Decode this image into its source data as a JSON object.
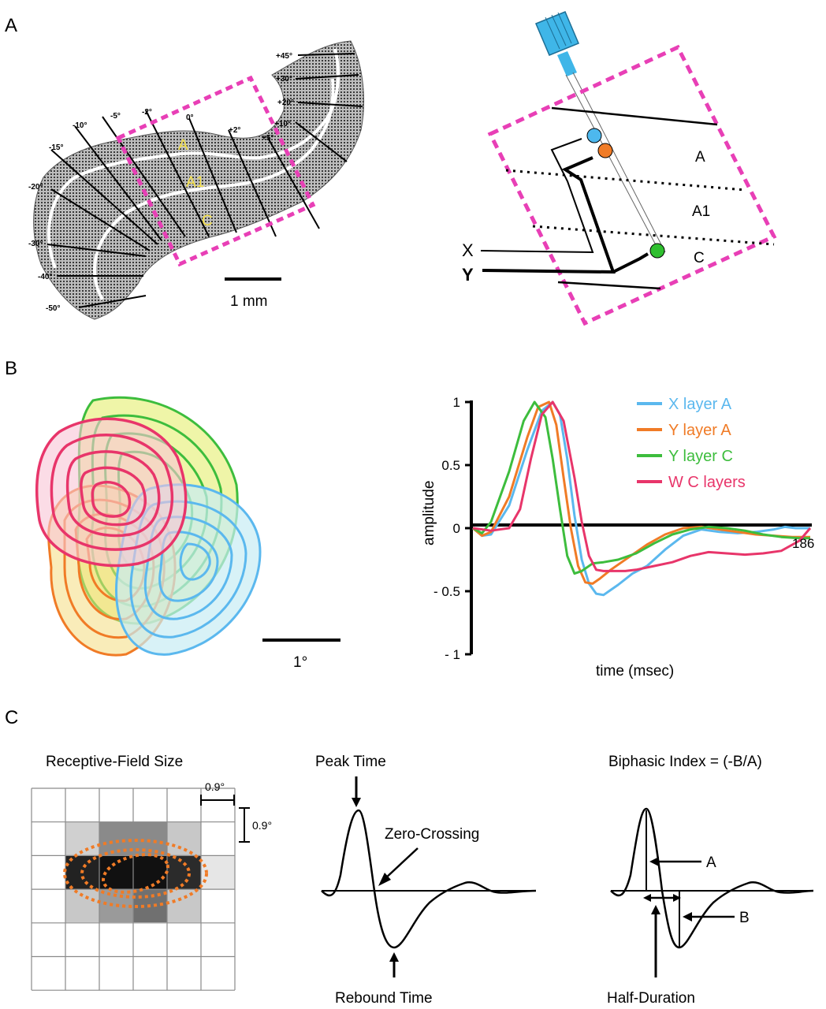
{
  "panels": {
    "a": "A",
    "b": "B",
    "c": "C"
  },
  "panel_a": {
    "lgn_layers": [
      "A",
      "A1",
      "C"
    ],
    "iso_azimuth": [
      "-50°",
      "-40°",
      "-30°",
      "-20°",
      "-15°",
      "-10°",
      "-5°",
      "-2°",
      "0°",
      "+2°",
      "+5°",
      "+10°",
      "+20°",
      "+30°",
      "+45°"
    ],
    "scale_bar": "1 mm",
    "schematic_layers": [
      "A",
      "A1",
      "C"
    ],
    "cell_labels": [
      "X",
      "Y"
    ],
    "colors": {
      "dashed_box": "#e83fb6",
      "electrode": "#3fb6e8",
      "x_cell": "#4db8ee",
      "y_cell_a": "#f07b26",
      "y_cell_c": "#2fbf2f"
    }
  },
  "panel_b": {
    "rf_scale": "1°",
    "colors": {
      "x_layer_a": "#5bb8ee",
      "y_layer_a": "#f07b26",
      "y_layer_c": "#3dbd3d",
      "w_c_layers": "#e8356a"
    }
  },
  "chart_data": {
    "type": "line",
    "xlabel": "time (msec)",
    "ylabel": "amplitude",
    "ylim": [
      -1,
      1
    ],
    "yticks": [
      "1",
      "0.5",
      "0",
      "- 0.5",
      "- 1"
    ],
    "ytick_values": [
      1,
      0.5,
      0,
      -0.5,
      -1
    ],
    "x_end_label": "186",
    "xlim": [
      0,
      186
    ],
    "legend_position": "top-right",
    "series": [
      {
        "name": "X layer A",
        "color": "#5bb8ee",
        "x": [
          0,
          5,
          10,
          20,
          30,
          38,
          44,
          48,
          52,
          56,
          60,
          64,
          68,
          72,
          76,
          80,
          88,
          96,
          106,
          116,
          126,
          136,
          146,
          156,
          166,
          172,
          178,
          186
        ],
        "y": [
          0,
          -0.06,
          -0.05,
          0.18,
          0.62,
          0.93,
          1.0,
          0.9,
          0.55,
          0.1,
          -0.25,
          -0.44,
          -0.52,
          -0.53,
          -0.49,
          -0.45,
          -0.36,
          -0.3,
          -0.17,
          -0.06,
          -0.01,
          -0.03,
          -0.04,
          -0.03,
          -0.01,
          0.01,
          0.0,
          0.0
        ]
      },
      {
        "name": "Y layer A",
        "color": "#f07b26",
        "x": [
          0,
          5,
          10,
          20,
          30,
          36,
          42,
          46,
          50,
          54,
          58,
          62,
          66,
          70,
          76,
          86,
          96,
          106,
          116,
          126,
          136,
          146,
          156,
          166,
          176,
          186
        ],
        "y": [
          0,
          -0.06,
          -0.03,
          0.25,
          0.72,
          0.96,
          1.0,
          0.82,
          0.4,
          0.0,
          -0.3,
          -0.43,
          -0.44,
          -0.4,
          -0.33,
          -0.23,
          -0.13,
          -0.05,
          0.0,
          0.01,
          -0.01,
          -0.03,
          -0.05,
          -0.06,
          -0.07,
          -0.07
        ]
      },
      {
        "name": "Y layer C",
        "color": "#3dbd3d",
        "x": [
          0,
          5,
          10,
          20,
          28,
          34,
          40,
          44,
          48,
          52,
          56,
          60,
          66,
          72,
          80,
          90,
          100,
          110,
          120,
          130,
          140,
          150,
          160,
          170,
          180,
          186
        ],
        "y": [
          0,
          -0.04,
          0.05,
          0.45,
          0.85,
          1.0,
          0.88,
          0.55,
          0.15,
          -0.22,
          -0.36,
          -0.34,
          -0.28,
          -0.27,
          -0.25,
          -0.2,
          -0.12,
          -0.05,
          -0.01,
          0.01,
          0.0,
          -0.02,
          -0.05,
          -0.07,
          -0.08,
          -0.08
        ]
      },
      {
        "name": "W C layers",
        "color": "#e8356a",
        "x": [
          0,
          10,
          20,
          26,
          32,
          38,
          44,
          50,
          56,
          60,
          64,
          68,
          72,
          78,
          84,
          90,
          100,
          110,
          120,
          130,
          140,
          150,
          160,
          170,
          180,
          186
        ],
        "y": [
          0,
          -0.02,
          0.0,
          0.15,
          0.55,
          0.9,
          1.0,
          0.85,
          0.4,
          0.05,
          -0.22,
          -0.33,
          -0.34,
          -0.34,
          -0.34,
          -0.33,
          -0.3,
          -0.27,
          -0.22,
          -0.19,
          -0.2,
          -0.21,
          -0.2,
          -0.18,
          -0.1,
          0.0
        ]
      }
    ]
  },
  "panel_c": {
    "rf_title": "Receptive-Field Size",
    "grid_unit_h": "0.9°",
    "grid_unit_v": "0.9°",
    "peak_title": "Peak Time",
    "zero_crossing": "Zero-Crossing",
    "rebound": "Rebound Time",
    "biphasic_title": "Biphasic Index = (-B/A)",
    "a_label": "A",
    "b_label": "B",
    "half_duration": "Half-Duration",
    "colors": {
      "rf_contour": "#f07b26"
    }
  }
}
